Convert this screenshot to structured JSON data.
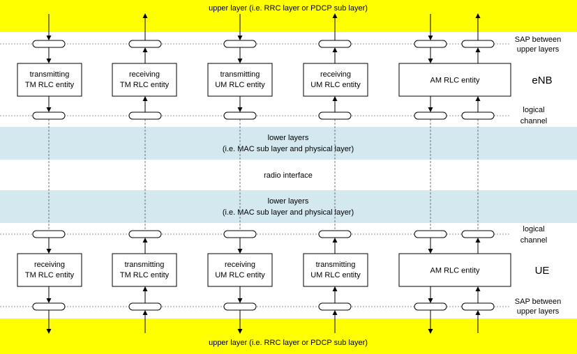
{
  "colors": {
    "upper_layer_band": "#ffff00",
    "lower_layer_band": "#d3e8ef",
    "line": "#000000",
    "dashed_line": "#777777"
  },
  "bands": {
    "upper_top": "upper layer (i.e. RRC layer or PDCP sub layer)",
    "upper_bottom": "upper layer (i.e. RRC layer or PDCP sub layer)",
    "lower_enb": [
      "lower layers",
      "(i.e. MAC sub layer and physical layer)"
    ],
    "lower_ue": [
      "lower layers",
      "(i.e. MAC sub layer and physical layer)"
    ]
  },
  "radio_interface": "radio interface",
  "side_labels": {
    "sap_enb": [
      "SAP between",
      "upper layers"
    ],
    "logical_enb": [
      "logical",
      "channel"
    ],
    "logical_ue": [
      "logical",
      "channel"
    ],
    "sap_ue": [
      "SAP between",
      "upper layers"
    ]
  },
  "nodes": {
    "enb": "eNB",
    "ue": "UE"
  },
  "enb_entities": [
    {
      "lines": [
        "transmitting",
        "TM RLC entity"
      ],
      "direction": "down"
    },
    {
      "lines": [
        "receiving",
        "TM RLC entity"
      ],
      "direction": "up"
    },
    {
      "lines": [
        "transmitting",
        "UM RLC entity"
      ],
      "direction": "down"
    },
    {
      "lines": [
        "receiving",
        "UM RLC entity"
      ],
      "direction": "up"
    },
    {
      "lines": [
        "AM RLC entity"
      ],
      "direction": "both"
    }
  ],
  "ue_entities": [
    {
      "lines": [
        "receiving",
        "TM RLC entity"
      ],
      "direction": "down"
    },
    {
      "lines": [
        "transmitting",
        "TM RLC entity"
      ],
      "direction": "up"
    },
    {
      "lines": [
        "receiving",
        "UM RLC entity"
      ],
      "direction": "down"
    },
    {
      "lines": [
        "transmitting",
        "UM RLC entity"
      ],
      "direction": "up"
    },
    {
      "lines": [
        "AM RLC entity"
      ],
      "direction": "both"
    }
  ]
}
